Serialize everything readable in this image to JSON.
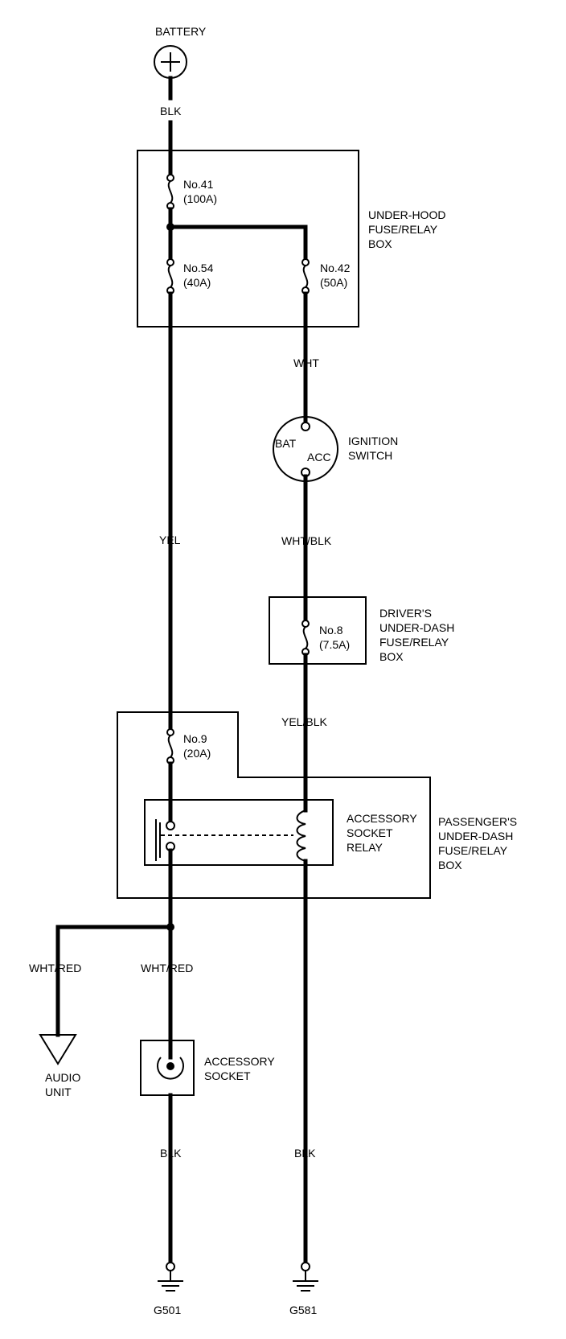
{
  "battery": {
    "label": "BATTERY"
  },
  "wires": {
    "blk_top": "BLK",
    "wht": "WHT",
    "yel": "YEL",
    "wht_blk": "WHT/BLK",
    "yel_blk": "YEL/BLK",
    "wht_red_audio": "WHT/RED",
    "wht_red_socket": "WHT/RED",
    "blk_g501": "BLK",
    "blk_g581": "BLK"
  },
  "under_hood_box": {
    "line1": "UNDER-HOOD",
    "line2": "FUSE/RELAY",
    "line3": "BOX"
  },
  "fuses": {
    "no41": {
      "name": "No.41",
      "rating": "(100A)"
    },
    "no54": {
      "name": "No.54",
      "rating": "(40A)"
    },
    "no42": {
      "name": "No.42",
      "rating": "(50A)"
    },
    "no8": {
      "name": "No.8",
      "rating": "(7.5A)"
    },
    "no9": {
      "name": "No.9",
      "rating": "(20A)"
    }
  },
  "ignition_switch": {
    "bat": "BAT",
    "acc": "ACC",
    "line1": "IGNITION",
    "line2": "SWITCH"
  },
  "drivers_box": {
    "line1": "DRIVER'S",
    "line2": "UNDER-DASH",
    "line3": "FUSE/RELAY",
    "line4": "BOX"
  },
  "relay": {
    "line1": "ACCESSORY",
    "line2": "SOCKET",
    "line3": "RELAY"
  },
  "passengers_box": {
    "line1": "PASSENGER'S",
    "line2": "UNDER-DASH",
    "line3": "FUSE/RELAY",
    "line4": "BOX"
  },
  "audio_unit": {
    "line1": "AUDIO",
    "line2": "UNIT"
  },
  "accessory_socket": {
    "line1": "ACCESSORY",
    "line2": "SOCKET"
  },
  "grounds": {
    "left": "G501",
    "right": "G581"
  }
}
